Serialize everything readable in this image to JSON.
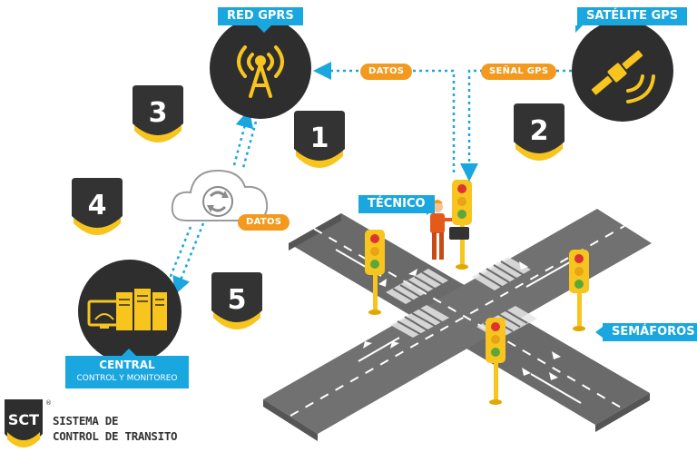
{
  "labels": {
    "red_gprs": "RED GPRS",
    "satelite_gps": "SATÉLITE GPS",
    "tecnico": "TÉCNICO",
    "semaforos": "SEMÁFOROS",
    "central_title": "CENTRAL",
    "central_subtitle": "CONTROL Y MONITOREO"
  },
  "pills": {
    "datos_top": "DATOS",
    "senal_gps": "SEÑAL GPS",
    "datos_cloud": "DATOS"
  },
  "steps": [
    {
      "number": "1"
    },
    {
      "number": "2"
    },
    {
      "number": "3"
    },
    {
      "number": "4"
    },
    {
      "number": "5"
    }
  ],
  "brand": {
    "logo_text": "SCT",
    "registered": "®",
    "line1": "SISTEMA DE",
    "line2": "CONTROL DE TRANSITO"
  },
  "colors": {
    "accent_blue": "#1aa6df",
    "accent_orange": "#f39a1e",
    "accent_yellow": "#f7c51e",
    "dark": "#333333",
    "road": "#6d6d6d",
    "road_light": "#8a8a8a"
  },
  "icons": {
    "gprs": "antenna-icon",
    "gps": "satellite-icon",
    "cloud": "cloud-sync-icon",
    "central": "monitor-server-icon",
    "technician": "technician-icon"
  }
}
